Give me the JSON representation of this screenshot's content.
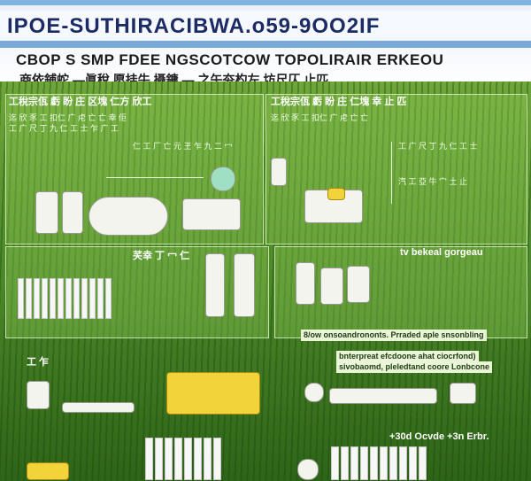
{
  "header": {
    "title": "IPOE-SUTHIRACIBWA.o59-9OO2IF",
    "subtitle": "CBOP S SMP FDEE NGSCOTCOW TOPOLIRAIR ERKEOU",
    "cjk_line": "商依鋪蛇 —眞稅  愿挂牛  攝鏞 — 之午夯杓左  坊尺仄 止匹"
  },
  "left_panel": {
    "heading": "工稅宗佤 虧 盼 庄 区塊 仁方 欣工",
    "text_rows": [
      "迄 欣 豕 工 扣仁 广 虍 亡 亡 幸 佢",
      "工 广 尺 丁 九 仁 工 士 乍 广 工",
      "仁 工 厂 亡 元 玊 乍 九 二 冖"
    ]
  },
  "right_panel": {
    "heading": "工稅宗佤 虧 盼 庄 仁塊 幸 止 匹",
    "text_rows": [
      "迄 欣 豕 工 扣仁 广 虍 亡 亡",
      "工 广 尺 丁 九 仁 工 士",
      "汽 工 亞 牛 宀 土 止"
    ]
  },
  "mid_left": {
    "label": "芺幸 丁 冖 仁"
  },
  "mid_right": {
    "label": "tv bekeal gorgeau",
    "line1": "8/ow onsoandrononts. Prraded aple snsonbling",
    "line2": "bnterpreat efcdoone ahat ciocrfond)",
    "line3": "sivobaomd, pleledtand coore Lonbcone"
  },
  "bottom": {
    "left_label": "工 乍",
    "right_label": "+30d Ocvde  +3n Erbr."
  }
}
